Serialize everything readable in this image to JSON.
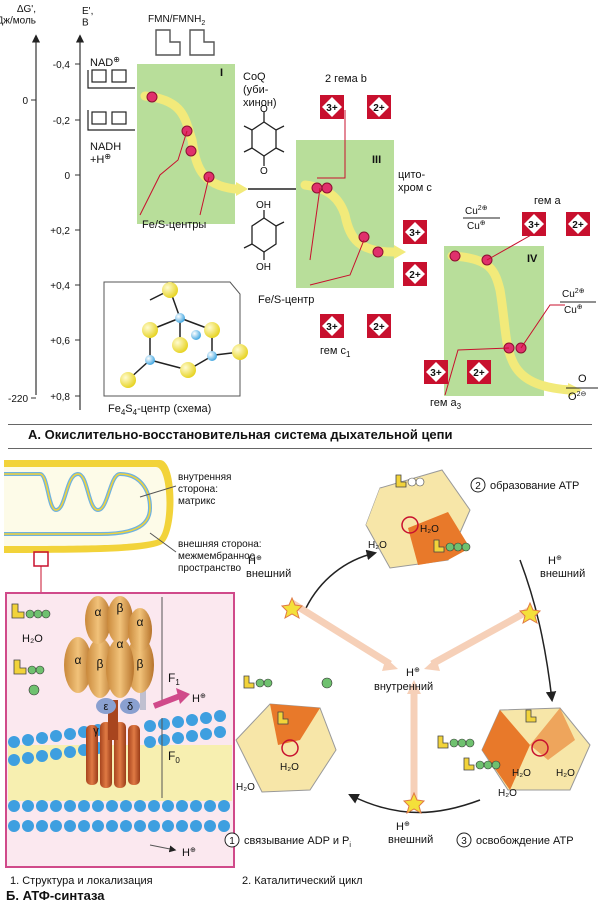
{
  "panel_a": {
    "dg_axis_label": "ΔG',\nкДж/моль",
    "e_axis_label": "E',\nB",
    "e_ticks": [
      "-0,4",
      "-0,2",
      "0",
      "+0,2",
      "+0,4",
      "+0,6",
      "+0,8"
    ],
    "dg_ticks": [
      "0",
      "-220"
    ],
    "nad": "NAD",
    "nadh": "NADH",
    "h_plus": "+H",
    "fmn": "FMN/FMNH",
    "fmn_sub": "2",
    "coq": "CoQ",
    "ubiquinone": "(уби-\nхинон)",
    "fes_centers": "Fe/S-центры",
    "fes_center": "Fe/S-центр",
    "heme_b": "2 гема b",
    "cytochrome_c": "цито-\nхром c",
    "heme_c1": "гем c",
    "heme_c1_sub": "1",
    "heme_a": "гем a",
    "heme_a3": "гем a",
    "heme_a3_sub": "3",
    "cu2": "Cu",
    "cu_plus": "Cu",
    "o_label": "O",
    "o2_label": "O",
    "fe4s4": "Fe",
    "fe4s4_rest": "S",
    "fe4s4_tail": "-центр (схема)",
    "oh": "OH",
    "o": "O",
    "roman": [
      "I",
      "III",
      "IV"
    ],
    "ox3": "3+",
    "ox2": "2+",
    "caption": "А. Окислительно-восстановительная система дыхательной цепи"
  },
  "panel_b": {
    "inner_side": "внутренняя\nсторона:\nматрикс",
    "outer_side": "внешняя сторона:\nмежмембранное\nпространство",
    "f1": "F",
    "f1_sub": "1",
    "f0": "F",
    "f0_sub": "0",
    "alpha": "α",
    "beta": "β",
    "gamma": "γ",
    "delta": "δ",
    "epsilon": "ε",
    "h2o": "H₂O",
    "hplus": "H",
    "h_outer": "H\nвнешний",
    "h_inner": "H\nвнутренний",
    "step1": "связывание ADP и P",
    "step1_sub": "i",
    "step2": "образование ATP",
    "step3": "освобождение ATP",
    "num1": "1",
    "num2": "2",
    "num3": "3",
    "sub1": "1. Структура и локализация",
    "sub2": "2. Каталитический цикл",
    "caption": "Б. АТФ-синтаза"
  },
  "colors": {
    "green_box": "#b8de9a",
    "yellow_arrow": "#f2ea7a",
    "heme_red": "#c8102e",
    "node_pink": "#e0306c",
    "orange": "#e8792a",
    "cream": "#f7e6a8",
    "mito_outer": "#f2d33a",
    "mito_inner": "#6fb2e0",
    "membrane": "#3e9fe0",
    "frame_pink": "#d04a8a"
  }
}
